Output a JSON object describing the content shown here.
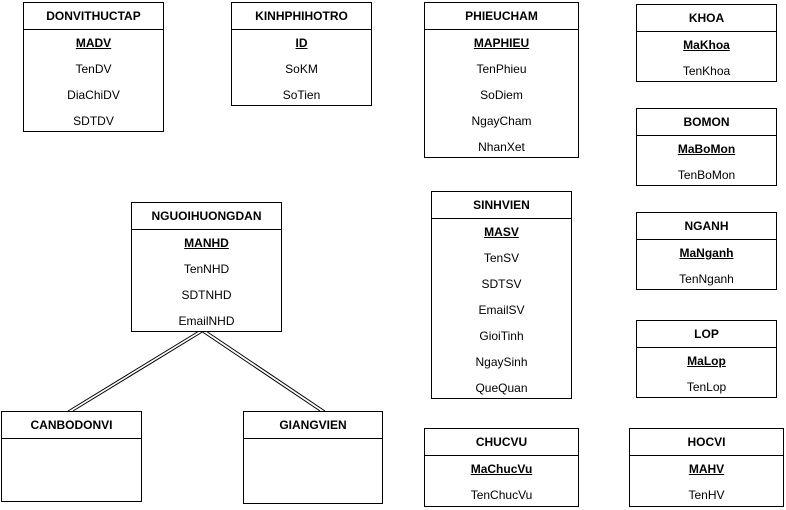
{
  "entities": [
    {
      "id": "DONVITHUCTAP",
      "name": "DONVITHUCTAP",
      "pk": "MADV",
      "attributes": [
        "TenDV",
        "DiaChiDV",
        "SDTDV"
      ]
    },
    {
      "id": "KINHPHIHOTRO",
      "name": "KINHPHIHOTRO",
      "pk": "ID",
      "attributes": [
        "SoKM",
        "SoTien"
      ]
    },
    {
      "id": "PHIEUCHAM",
      "name": "PHIEUCHAM",
      "pk": "MAPHIEU",
      "attributes": [
        "TenPhieu",
        "SoDiem",
        "NgayCham",
        "NhanXet"
      ]
    },
    {
      "id": "KHOA",
      "name": "KHOA",
      "pk": "MaKhoa",
      "attributes": [
        "TenKhoa"
      ]
    },
    {
      "id": "BOMON",
      "name": "BOMON",
      "pk": "MaBoMon",
      "attributes": [
        "TenBoMon"
      ]
    },
    {
      "id": "NGANH",
      "name": "NGANH",
      "pk": "MaNganh",
      "attributes": [
        "TenNganh"
      ]
    },
    {
      "id": "LOP",
      "name": "LOP",
      "pk": "MaLop",
      "attributes": [
        "TenLop"
      ]
    },
    {
      "id": "NGUOIHUONGDAN",
      "name": "NGUOIHUONGDAN",
      "pk": "MANHD",
      "attributes": [
        "TenNHD",
        "SDTNHD",
        "EmailNHD"
      ]
    },
    {
      "id": "SINHVIEN",
      "name": "SINHVIEN",
      "pk": "MASV",
      "attributes": [
        "TenSV",
        "SDTSV",
        "EmailSV",
        "GioiTinh",
        "NgaySinh",
        "QueQuan"
      ]
    },
    {
      "id": "CANBODONVI",
      "name": "CANBODONVI",
      "pk": "",
      "attributes": []
    },
    {
      "id": "GIANGVIEN",
      "name": "GIANGVIEN",
      "pk": "",
      "attributes": []
    },
    {
      "id": "CHUCVU",
      "name": "CHUCVU",
      "pk": "MaChucVu",
      "attributes": [
        "TenChucVu"
      ]
    },
    {
      "id": "HOCVI",
      "name": "HOCVI",
      "pk": "MAHV",
      "attributes": [
        "TenHV"
      ]
    }
  ],
  "relationships": [
    {
      "type": "inheritance",
      "parent": "NGUOIHUONGDAN",
      "child": "CANBODONVI"
    },
    {
      "type": "inheritance",
      "parent": "NGUOIHUONGDAN",
      "child": "GIANGVIEN"
    }
  ]
}
